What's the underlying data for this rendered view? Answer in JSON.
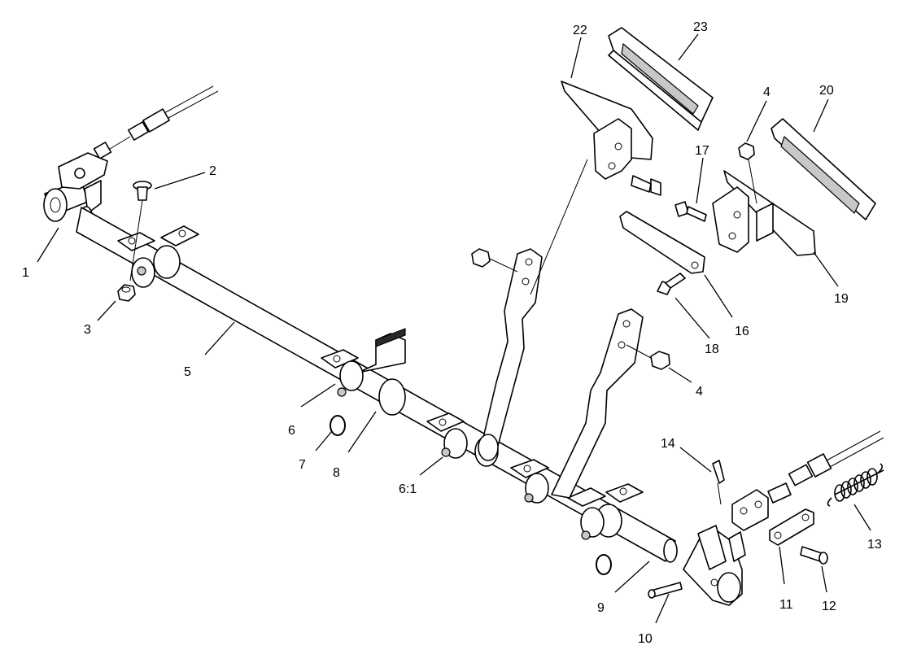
{
  "diagram": {
    "callouts": [
      {
        "id": "c1",
        "text": "1"
      },
      {
        "id": "c2",
        "text": "2"
      },
      {
        "id": "c3",
        "text": "3"
      },
      {
        "id": "c4a",
        "text": "4"
      },
      {
        "id": "c4b",
        "text": "4"
      },
      {
        "id": "c5",
        "text": "5"
      },
      {
        "id": "c6",
        "text": "6"
      },
      {
        "id": "c6_1",
        "text": "6:1"
      },
      {
        "id": "c7",
        "text": "7"
      },
      {
        "id": "c8",
        "text": "8"
      },
      {
        "id": "c9",
        "text": "9"
      },
      {
        "id": "c10",
        "text": "10"
      },
      {
        "id": "c11",
        "text": "11"
      },
      {
        "id": "c12",
        "text": "12"
      },
      {
        "id": "c13",
        "text": "13"
      },
      {
        "id": "c14",
        "text": "14"
      },
      {
        "id": "c16",
        "text": "16"
      },
      {
        "id": "c17",
        "text": "17"
      },
      {
        "id": "c18",
        "text": "18"
      },
      {
        "id": "c19",
        "text": "19"
      },
      {
        "id": "c20",
        "text": "20"
      },
      {
        "id": "c22",
        "text": "22"
      },
      {
        "id": "c23",
        "text": "23"
      }
    ]
  }
}
